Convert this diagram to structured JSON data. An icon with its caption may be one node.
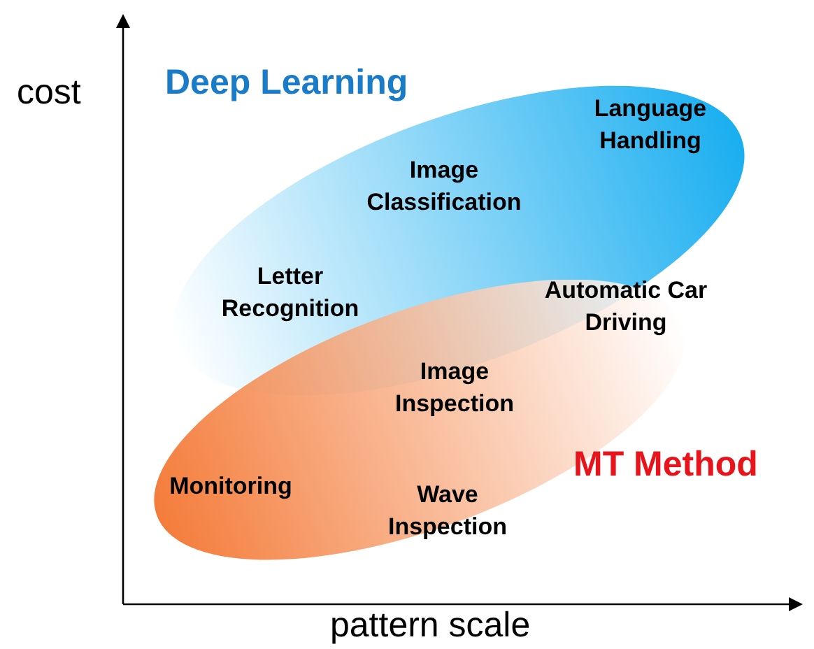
{
  "diagram": {
    "nodes": [
      {
        "text": [
          "Deep Learning"
        ]
      },
      {
        "text": [
          "MT Method"
        ]
      }
    ],
    "edges": [],
    "labels": [
      "cost",
      "Language Handling",
      "Image Classification",
      "Letter Recognition",
      "Automatic Car Driving",
      "Image Inspection",
      "Monitoring",
      "Wave Inspection",
      "pattern scale"
    ]
  }
}
